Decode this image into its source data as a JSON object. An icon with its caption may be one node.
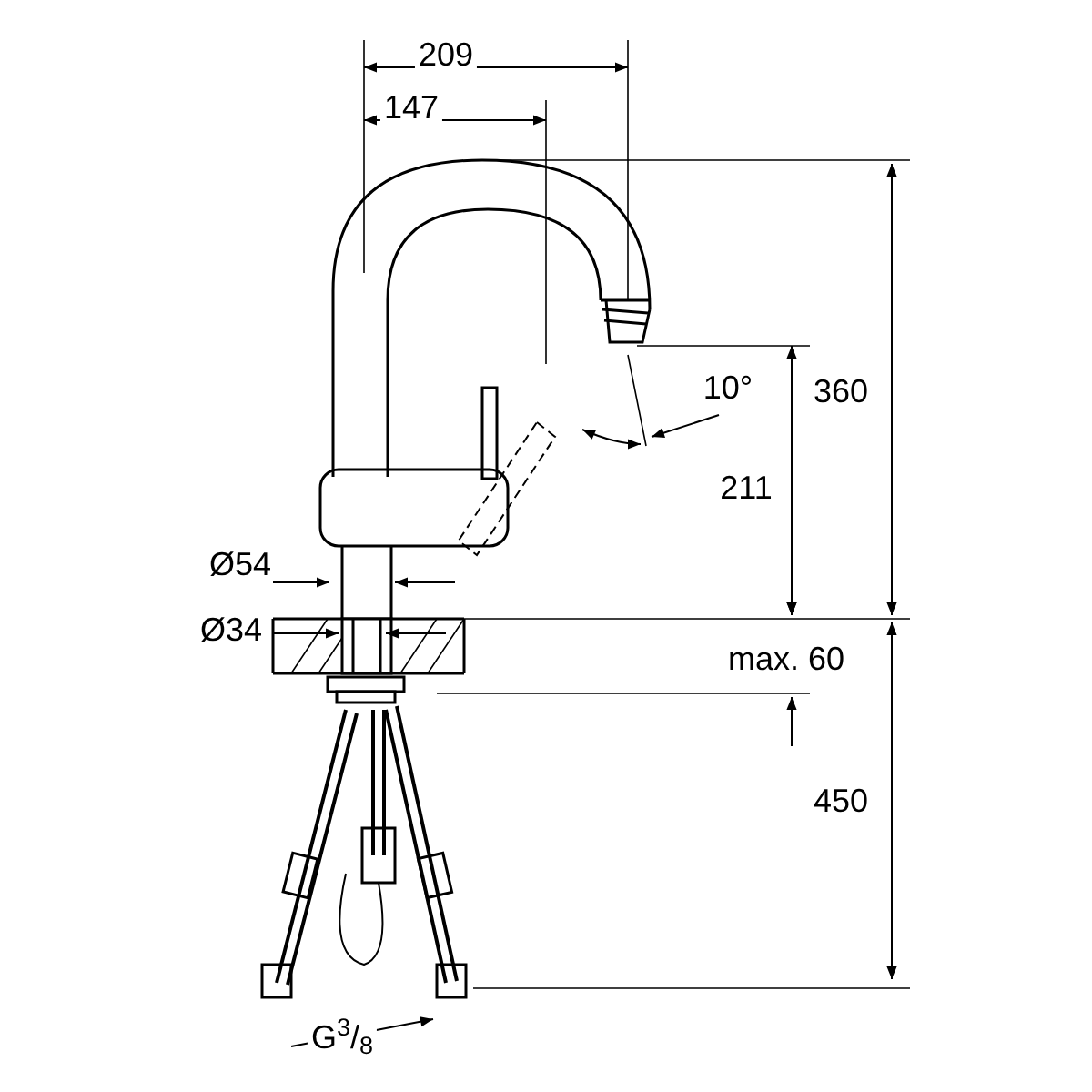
{
  "diagram": {
    "labels": [
      "209",
      "147",
      "10°",
      "360",
      "211",
      "Ø54",
      "Ø34",
      "max. 60",
      "450",
      "G$^{3}$/$_{8}$"
    ]
  }
}
